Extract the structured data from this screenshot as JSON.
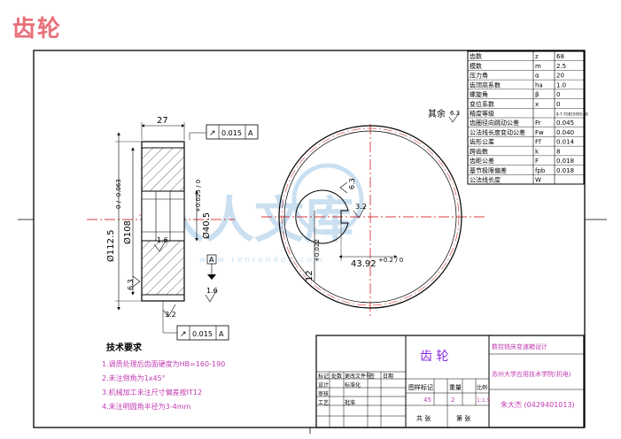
{
  "page_title": "齿轮",
  "params": [
    {
      "name": "齿数",
      "sym": "z",
      "val": "68"
    },
    {
      "name": "模数",
      "sym": "m",
      "val": "2.5"
    },
    {
      "name": "压力角",
      "sym": "α",
      "val": "20"
    },
    {
      "name": "齿顶高系数",
      "sym": "ha",
      "val": "1.0"
    },
    {
      "name": "螺旋角",
      "sym": "β",
      "val": "0"
    },
    {
      "name": "变位系数",
      "sym": "x",
      "val": "0"
    },
    {
      "name": "精度等级",
      "sym": "",
      "val": "8-7-7GB10095-88"
    },
    {
      "name": "齿圈径向跳动公差",
      "sym": "Fr",
      "val": "0.045"
    },
    {
      "name": "公法线长度变动公差",
      "sym": "Fw",
      "val": "0.040"
    },
    {
      "name": "齿形公差",
      "sym": "Ff",
      "val": "0.014"
    },
    {
      "name": "跨齿数",
      "sym": "k",
      "val": "8"
    },
    {
      "name": "齿距公差",
      "sym": "F",
      "val": "0.018"
    },
    {
      "name": "基节极限偏差",
      "sym": "fpb",
      "val": "0.018"
    },
    {
      "name": "公法线长度",
      "sym": "W",
      "val": ""
    }
  ],
  "dims": {
    "width": "27",
    "od": "Ø112.5",
    "od_tol": "0 / -0.063",
    "root": "Ø108",
    "bore": "Ø40.5",
    "bore_tol": "+0.025 / 0",
    "keyway_depth": "43.92",
    "keyway_tol": "+0.2 / 0",
    "keyway_width": "12",
    "keyway_width_tol": "+0.022",
    "keyway_side": "6.3",
    "roughness_1": "1.6",
    "roughness_2": "6.3",
    "roughness_3": "1.6",
    "roughness_4": "3.2",
    "roughness_5": "3.2",
    "other": "其余",
    "other_val": "6.3"
  },
  "tolerance_frames": [
    {
      "sym": "↗",
      "val": "0.015",
      "datum": "A"
    },
    {
      "sym": "↗",
      "val": "0.015",
      "datum": "A"
    }
  ],
  "datum_label": "A",
  "tech_title": "技术要求",
  "tech_notes": [
    "1.调质处理后齿面硬度为HB=160-190",
    "2.未注倒角为1x45°",
    "3.机械加工未注尺寸偏差按IT12",
    "4.未注明圆角半径为3-4mm"
  ],
  "title_block": {
    "part_name": "齿 轮",
    "project": "数控铣床变速箱设计",
    "school": "苏州大学应用技术学院(机电)",
    "material": "45",
    "quantity": "2",
    "scale": "1:1.5",
    "designer": "朱大杰 (0429401013)",
    "h_mark": "标记",
    "h_count": "处数",
    "h_zone": "更改文件号",
    "h_sign": "签",
    "h_date": "日期",
    "r_design": "设计",
    "r_std": "标准化",
    "r_review": "审核",
    "r_approve": "批准",
    "r_craft": "工艺",
    "c_stage": "图样标记",
    "c_weight": "重量",
    "c_ratio": "比例",
    "c_sheet1": "共  张",
    "c_sheet2": "第  张"
  },
  "watermark": "人人文库",
  "watermark_url": "w w w . r e n r e n d o c . c o m"
}
